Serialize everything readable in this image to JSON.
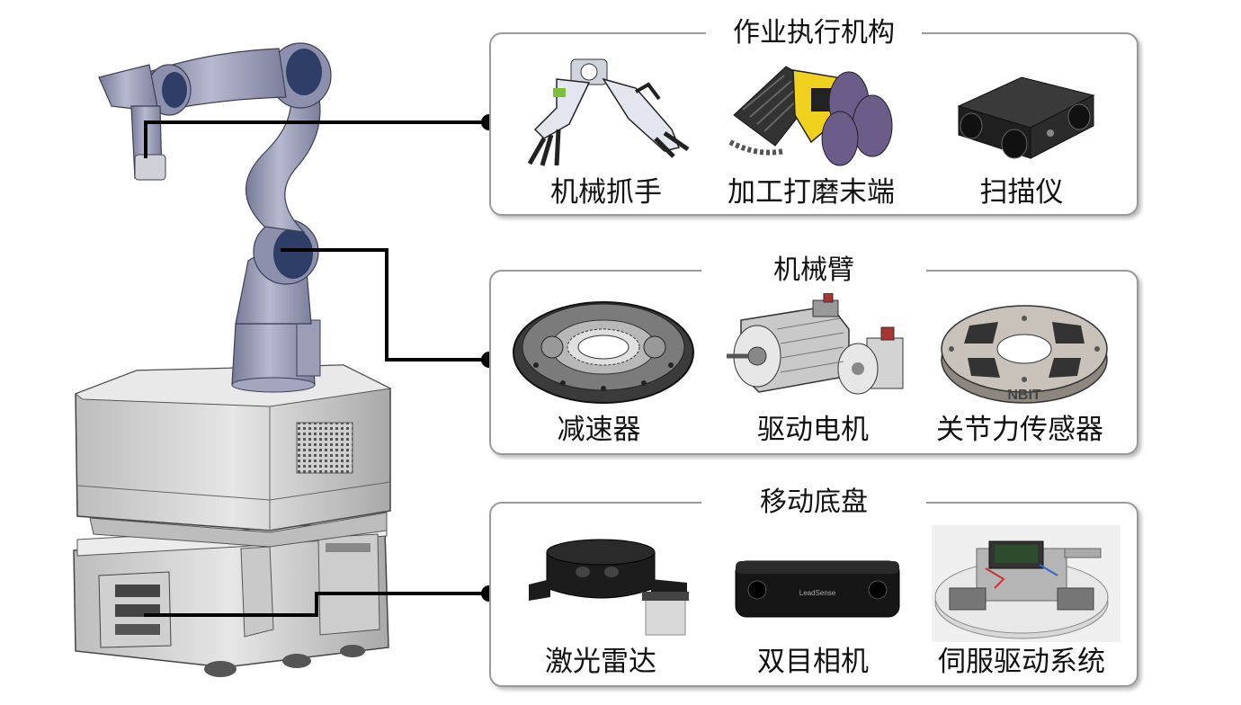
{
  "panels": [
    {
      "title": "作业执行机构",
      "items": [
        {
          "label": "机械抓手",
          "icon": "gripper-icon"
        },
        {
          "label": "加工打磨末端",
          "icon": "grinding-end-icon"
        },
        {
          "label": "扫描仪",
          "icon": "scanner-icon"
        }
      ]
    },
    {
      "title": "机械臂",
      "items": [
        {
          "label": "减速器",
          "icon": "reducer-icon"
        },
        {
          "label": "驱动电机",
          "icon": "servo-motor-icon"
        },
        {
          "label": "关节力传感器",
          "icon": "joint-torque-sensor-icon"
        }
      ]
    },
    {
      "title": "移动底盘",
      "items": [
        {
          "label": "激光雷达",
          "icon": "lidar-icon"
        },
        {
          "label": "双目相机",
          "icon": "stereo-camera-icon"
        },
        {
          "label": "伺服驱动系统",
          "icon": "servo-drive-system-icon"
        }
      ]
    }
  ],
  "sensor_brand_text": "NBIT",
  "camera_brand_text": "LeadSense",
  "colors": {
    "border": "#9a9a9a",
    "connector": "#000000",
    "arm": "#9a9cb8",
    "joint": "#2e3e66",
    "chassis": "#d9d9d9"
  }
}
